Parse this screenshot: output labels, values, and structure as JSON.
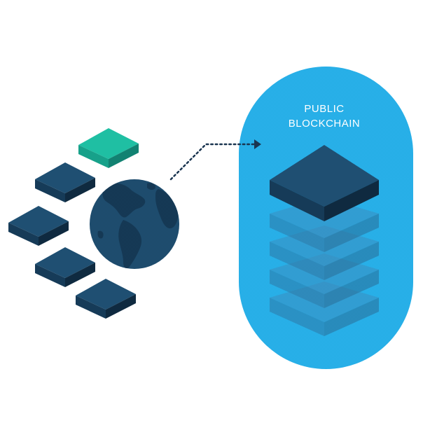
{
  "diagram": {
    "container": {
      "label_lines": [
        "PUBLIC",
        "BLOCKCHAIN"
      ]
    },
    "nodes": {
      "highlighted_count": 1,
      "regular_count": 4
    },
    "chain": {
      "block_count": 5,
      "top_block": "solid",
      "lower_blocks": "translucent"
    },
    "globe": {
      "icon": "globe-icon"
    },
    "connector": {
      "style": "dotted",
      "direction": "globe-to-blockchain",
      "icon": "arrowhead-icon"
    },
    "colors": {
      "capsule": "#29b6f1",
      "node_dark_top": "#1f4f72",
      "node_dark_side": "#153a57",
      "node_highlight_top": "#1fbfa3",
      "node_highlight_side": "#158a78",
      "globe_ocean": "#1f4f72",
      "globe_land": "#163b58",
      "block_solid_top": "#1f4f72",
      "block_solid_side": "#142f47",
      "block_translucent_top": "#3a8fc1",
      "block_translucent_side": "#2e7aa8",
      "connector": "#1a3550",
      "label": "#ffffff"
    }
  }
}
